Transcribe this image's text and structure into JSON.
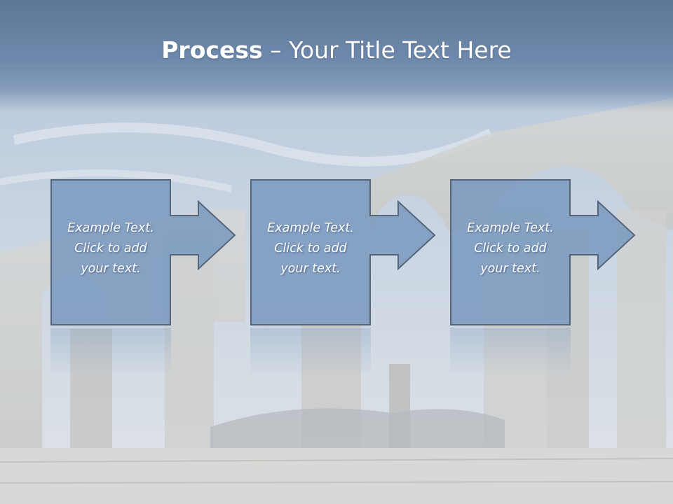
{
  "slide": {
    "title_bold": "Process",
    "title_rest": " – Your Title Text Here"
  },
  "steps": [
    {
      "line1": "Example Text.",
      "line2": "Click  to add",
      "line3": "your text."
    },
    {
      "line1": "Example Text.",
      "line2": "Click  to add",
      "line3": "your text."
    },
    {
      "line1": "Example Text.",
      "line2": "Click  to add",
      "line3": "your text."
    }
  ],
  "colors": {
    "title_band": "#6a86a8",
    "shape_fill": "#7f9cc0",
    "shape_stroke": "#56657a",
    "text": "#ffffff"
  }
}
